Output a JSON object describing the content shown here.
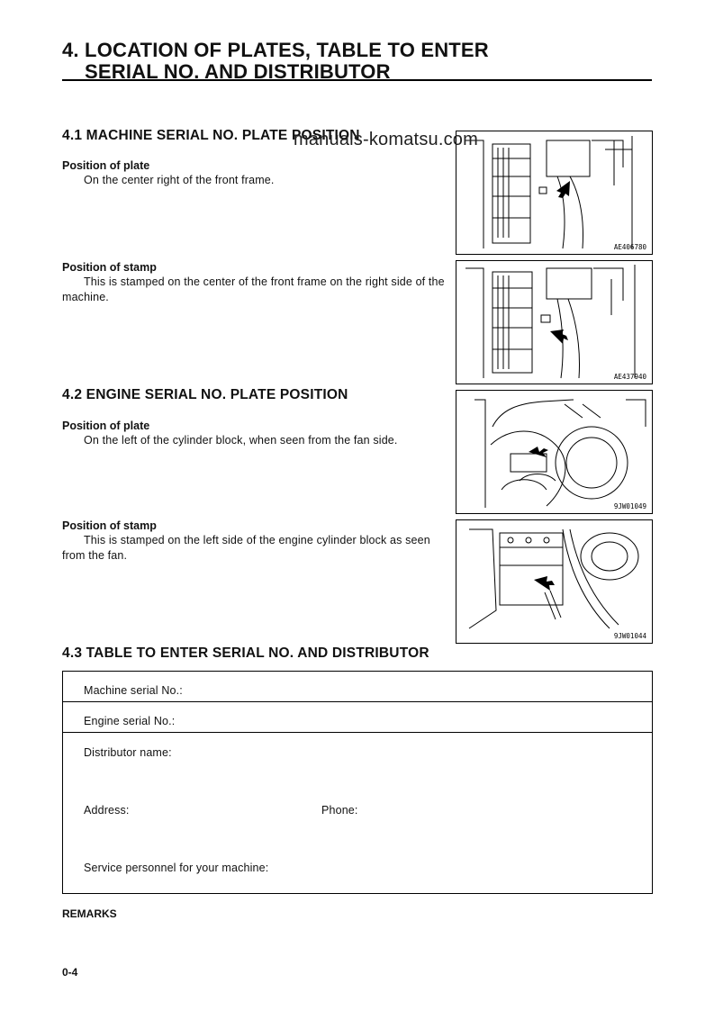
{
  "chapter": {
    "title_line1": "4. LOCATION OF PLATES, TABLE TO ENTER",
    "title_line2": "SERIAL NO. AND DISTRIBUTOR"
  },
  "watermark": "manuals-komatsu.com",
  "sections": [
    {
      "heading": "4.1  MACHINE SERIAL NO. PLATE POSITION",
      "blocks": [
        {
          "label": "Position of plate",
          "text": "On the center right of the front frame.",
          "figure_id": "AE406780"
        },
        {
          "label": "Position of stamp",
          "text": "This is stamped on the center of the front frame on the right side of the machine.",
          "figure_id": "AE437940"
        }
      ]
    },
    {
      "heading": "4.2  ENGINE SERIAL NO. PLATE POSITION",
      "blocks": [
        {
          "label": "Position of plate",
          "text": "On the left of the cylinder block, when seen from the fan side.",
          "figure_id": "9JW01049"
        },
        {
          "label": "Position of stamp",
          "text": "This is stamped on the left side of the engine cylinder block as seen from the fan.",
          "figure_id": "9JW01044"
        }
      ]
    },
    {
      "heading": "4.3  TABLE TO ENTER SERIAL NO. AND DISTRIBUTOR"
    }
  ],
  "table": {
    "machine_serial": "Machine serial No.:",
    "engine_serial": "Engine serial No.:",
    "distributor_name": "Distributor name:",
    "address": "Address:",
    "phone": "Phone:",
    "service_personnel": "Service personnel for your machine:"
  },
  "remarks": "REMARKS",
  "page_number": "0-4"
}
